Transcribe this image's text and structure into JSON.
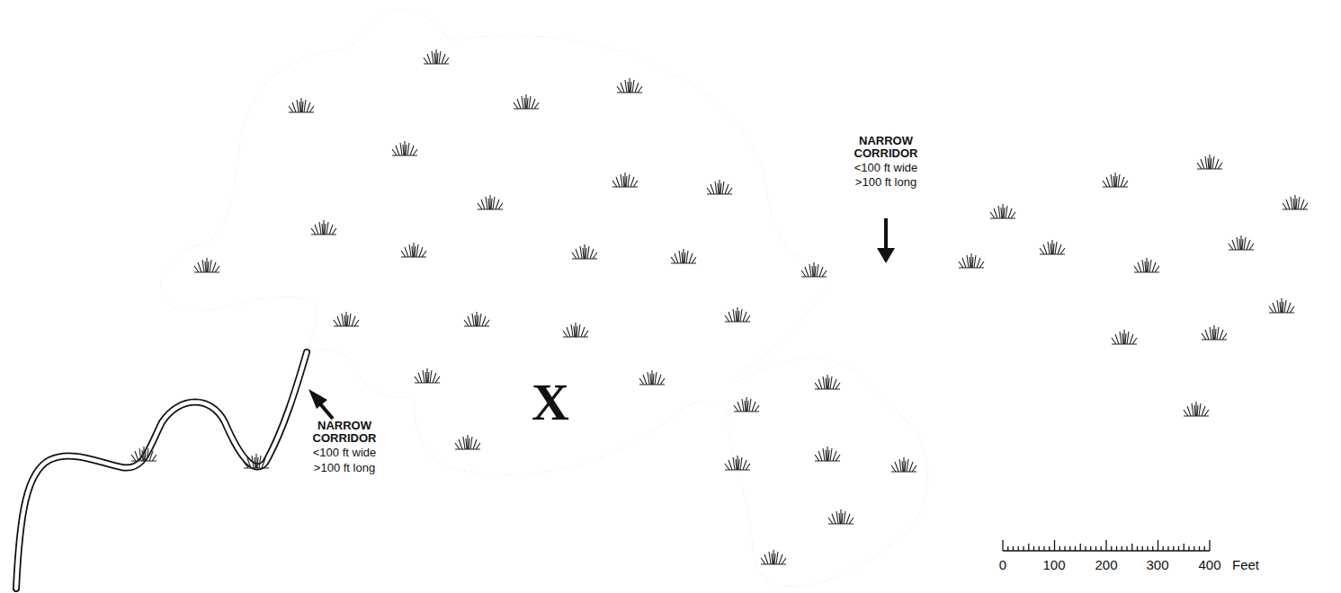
{
  "diagram": {
    "labels": [
      "NARROW CORRIDOR",
      "<100 ft wide",
      ">100 ft long",
      "NARROW CORRIDOR",
      "<100 ft wide",
      ">100 ft long",
      "X",
      "0",
      "100",
      "200",
      "300",
      "400",
      "Feet"
    ]
  }
}
